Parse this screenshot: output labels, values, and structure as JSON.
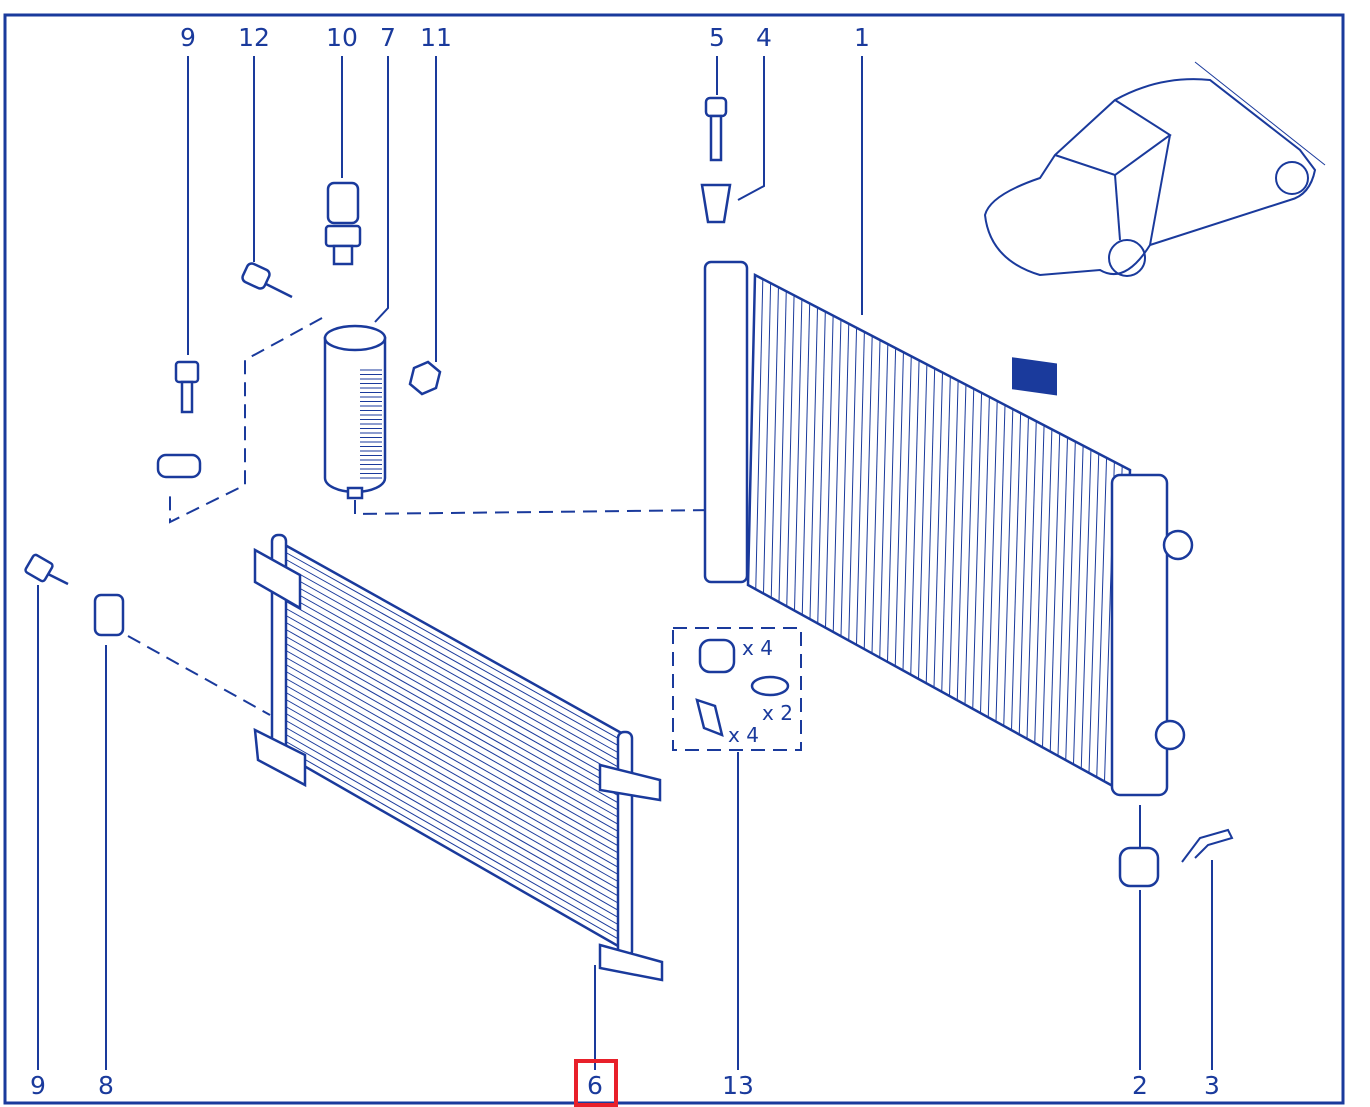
{
  "diagram": {
    "colors": {
      "line": "#1a3a9c",
      "highlight": "#e8202a"
    },
    "top_callouts": [
      "9",
      "12",
      "10",
      "7",
      "11",
      "5",
      "4",
      "1"
    ],
    "bottom_callouts": [
      "9",
      "8",
      "6",
      "13",
      "2",
      "3"
    ],
    "highlighted_callout": "6",
    "kit_quantities": [
      "x 4",
      "x 2",
      "x 4"
    ]
  }
}
